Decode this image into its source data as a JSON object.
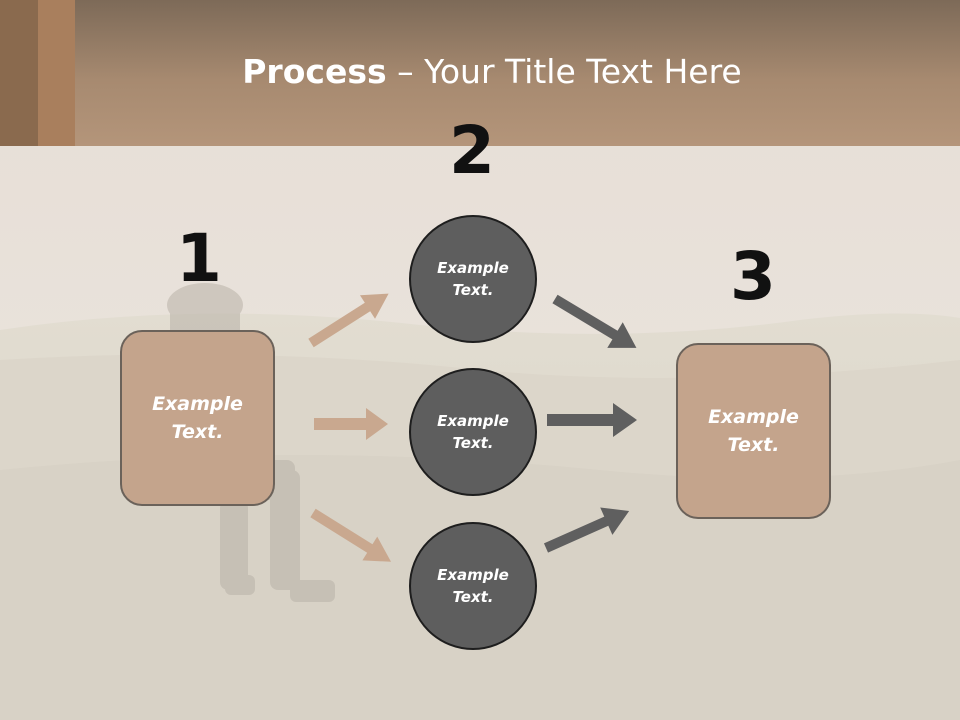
{
  "title": {
    "bold": "Process",
    "rest": " – Your Title Text Here"
  },
  "steps": {
    "one": {
      "number": "1",
      "label": "Example Text."
    },
    "two": {
      "number": "2",
      "items": [
        "Example Text.",
        "Example Text.",
        "Example Text."
      ]
    },
    "three": {
      "number": "3",
      "label": "Example Text."
    }
  },
  "colors": {
    "box_fill": "#c4a48c",
    "circle_fill": "#5e5e5e",
    "arrow_tan": "#c9a88f",
    "arrow_dark": "#5f5f5f"
  }
}
